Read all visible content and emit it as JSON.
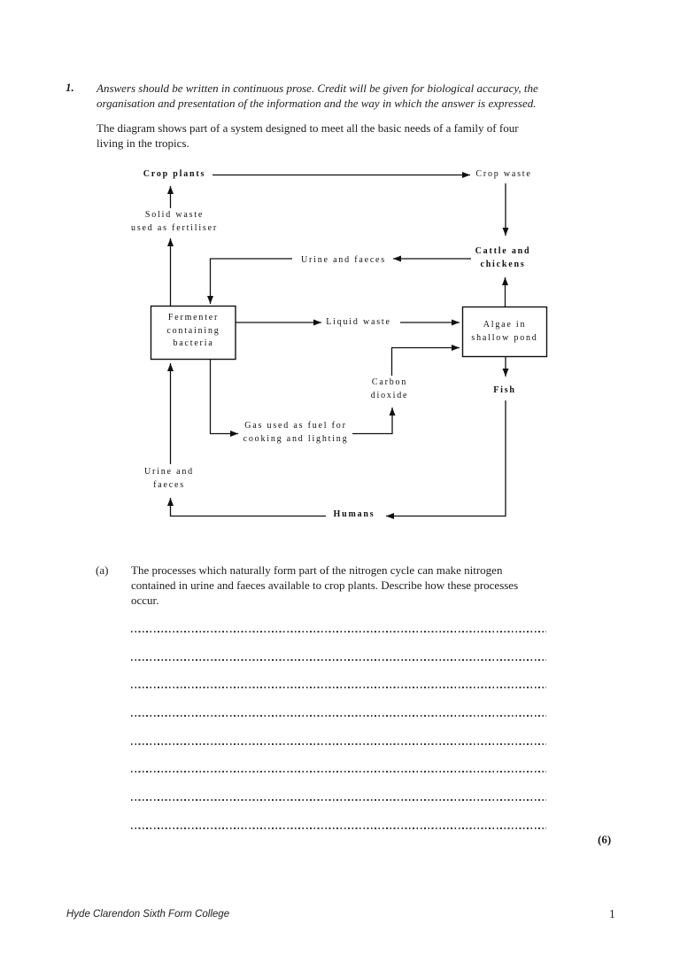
{
  "question": {
    "number": "1.",
    "rubric": "Answers should be written in continuous prose. Credit will be given for biological accuracy, the\norganisation and presentation of the information and the way in which the answer is expressed.",
    "intro": "The diagram shows part of a system designed to meet all the basic needs of a family of four\nliving in the tropics."
  },
  "diagram": {
    "crop_plants": "Crop plants",
    "crop_waste": "Crop waste",
    "solid_waste": "Solid waste\nused as fertiliser",
    "cattle_chickens": "Cattle and\nchickens",
    "urine_faeces_top": "Urine and faeces",
    "fermenter": "Fermenter\ncontaining\nbacteria",
    "liquid_waste": "Liquid waste",
    "algae_pond": "Algae in\nshallow pond",
    "carbon_dioxide": "Carbon\ndioxide",
    "fish": "Fish",
    "gas_fuel": "Gas used as fuel for\ncooking and lighting",
    "urine_faeces_bottom": "Urine and\nfaeces",
    "humans": "Humans"
  },
  "part_a": {
    "label": "(a)",
    "text": "The processes which naturally form part of the nitrogen cycle can make nitrogen\ncontained in urine and faeces available to crop plants. Describe how these processes\noccur.",
    "marks": "(6)",
    "answer_line_count": 8
  },
  "footer": {
    "school": "Hyde Clarendon Sixth Form College",
    "page_number": "1"
  },
  "colors": {
    "text": "#1c1c1c",
    "diagram_line": "#111111"
  }
}
